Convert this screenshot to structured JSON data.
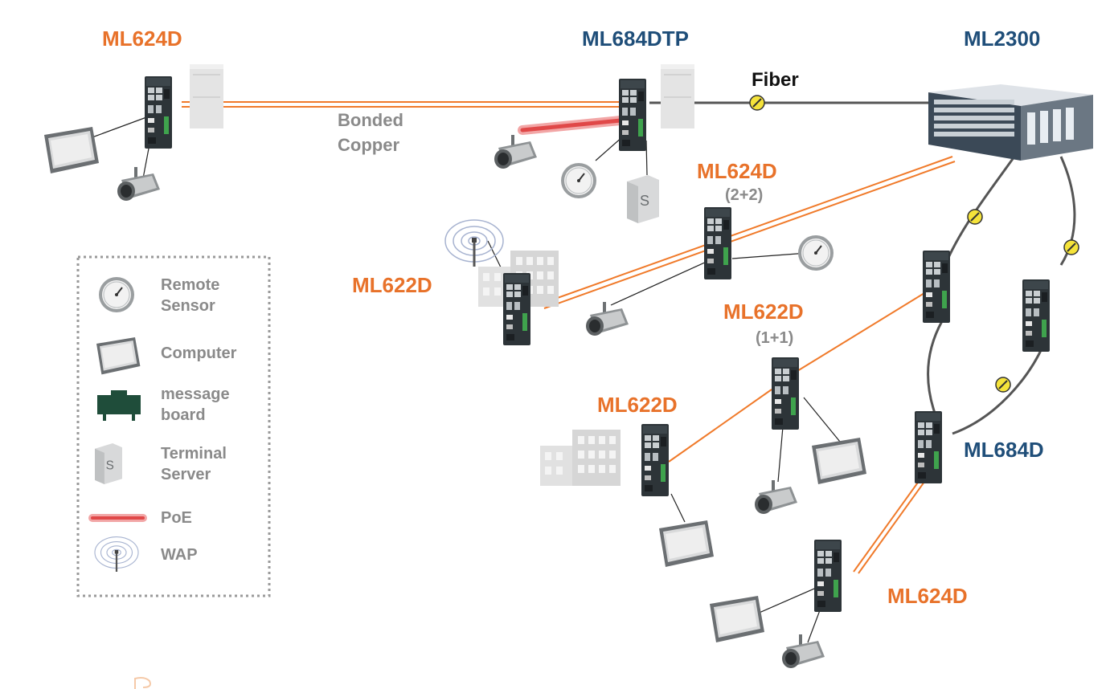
{
  "devices": {
    "ml624d_top": "ML624D",
    "ml684dtp": "ML684DTP",
    "ml2300": "ML2300",
    "ml624d_mid": "ML624D",
    "ml624d_mid_sub": "(2+2)",
    "ml622d_left": "ML622D",
    "ml622d_mid": "ML622D",
    "ml622d_mid_sub": "(1+1)",
    "ml622d_low": "ML622D",
    "ml684d": "ML684D",
    "ml624d_bottom": "ML624D"
  },
  "links": {
    "bonded_line1": "Bonded",
    "bonded_line2": "Copper",
    "fiber": "Fiber"
  },
  "legend": {
    "remote_sensor_1": "Remote",
    "remote_sensor_2": "Sensor",
    "computer": "Computer",
    "message_board_1": "message",
    "message_board_2": "board",
    "terminal_server_1": "Terminal",
    "terminal_server_2": "Server",
    "poe": "PoE",
    "wap": "WAP"
  },
  "colors": {
    "copper": "#f07a2a",
    "fiber_line": "#555555",
    "fiber_marker": "#f5e33a",
    "poe": "#e04848",
    "orange_label": "#e8722a",
    "blue_label": "#1f4e79"
  },
  "icons": [
    "switch-icon",
    "chassis-icon",
    "computer-icon",
    "camera-icon",
    "remote-sensor-icon",
    "terminal-server-icon",
    "building-icon",
    "wap-icon",
    "message-board-icon"
  ]
}
